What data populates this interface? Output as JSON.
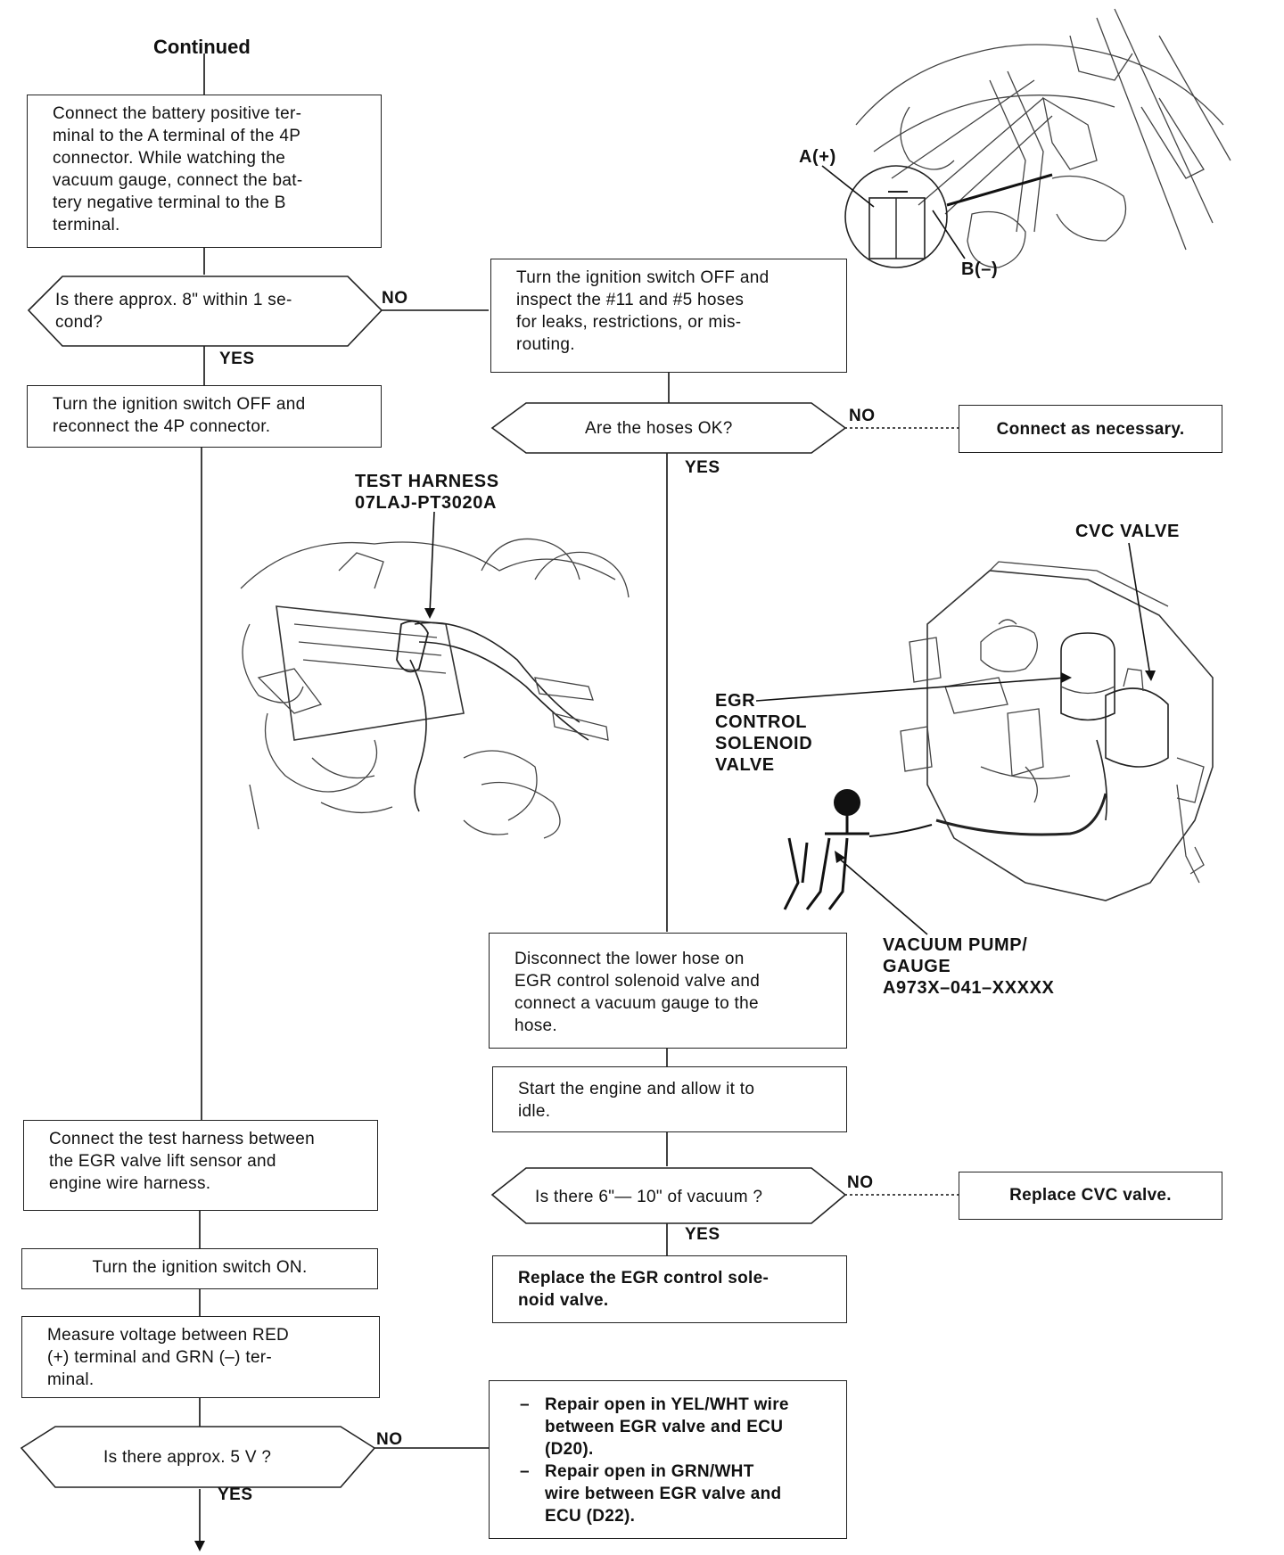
{
  "title": "Continued",
  "left_column": {
    "step_connect_battery": [
      "Connect the battery positive ter-",
      "minal to the A terminal of the 4P",
      "connector. While watching the",
      "vacuum gauge, connect the bat-",
      "tery negative terminal to the B",
      "terminal."
    ],
    "decision_8in": [
      "Is there approx. 8\" within 1 se-",
      "cond?"
    ],
    "step_reconnect": [
      "Turn the ignition switch OFF and",
      "reconnect the 4P connector."
    ],
    "step_connect_harness": [
      "Connect the test harness between",
      "the EGR valve lift sensor and",
      "engine wire harness."
    ],
    "step_ignition_on": "Turn the ignition switch ON.",
    "step_measure": [
      "Measure voltage between RED",
      "(+) terminal and GRN (–) ter-",
      "minal."
    ],
    "decision_5v": "Is there approx. 5 V ?"
  },
  "right_column": {
    "step_inspect_hoses": [
      "Turn the ignition switch OFF and",
      "inspect the #11 and #5 hoses",
      "for leaks, restrictions, or mis-",
      "routing."
    ],
    "decision_hoses": "Are the hoses OK?",
    "result_connect": "Connect as necessary.",
    "step_disconnect_hose": [
      "Disconnect the lower hose on",
      "EGR control solenoid valve and",
      "connect a vacuum gauge to the",
      "hose."
    ],
    "step_start_engine": [
      "Start the engine and allow it to",
      "idle."
    ],
    "decision_vacuum": "Is there 6\"— 10\" of vacuum ?",
    "result_replace_cvc": "Replace CVC valve.",
    "result_replace_solenoid": [
      "Replace the EGR control sole-",
      "noid valve."
    ],
    "result_repair_open": [
      [
        "Repair open in YEL/WHT wire",
        "between EGR valve and ECU",
        "(D20)."
      ],
      [
        "Repair open in GRN/WHT",
        "wire between EGR valve and",
        "ECU (D22)."
      ]
    ]
  },
  "answers": {
    "yes": "YES",
    "no": "NO"
  },
  "illustrations": {
    "connector": {
      "a_label": "A(+)",
      "b_label": "B(–)"
    },
    "test_harness": [
      "TEST HARNESS",
      "07LAJ-PT3020A"
    ],
    "cvc_valve": "CVC VALVE",
    "egr_solenoid": [
      "EGR",
      "CONTROL",
      "SOLENOID",
      "VALVE"
    ],
    "vacuum_pump": [
      "VACUUM PUMP/",
      "GAUGE",
      "A973X–041–XXXXX"
    ]
  },
  "colors": {
    "ink": "#111111",
    "paper": "#ffffff",
    "sketch": "#444444"
  }
}
